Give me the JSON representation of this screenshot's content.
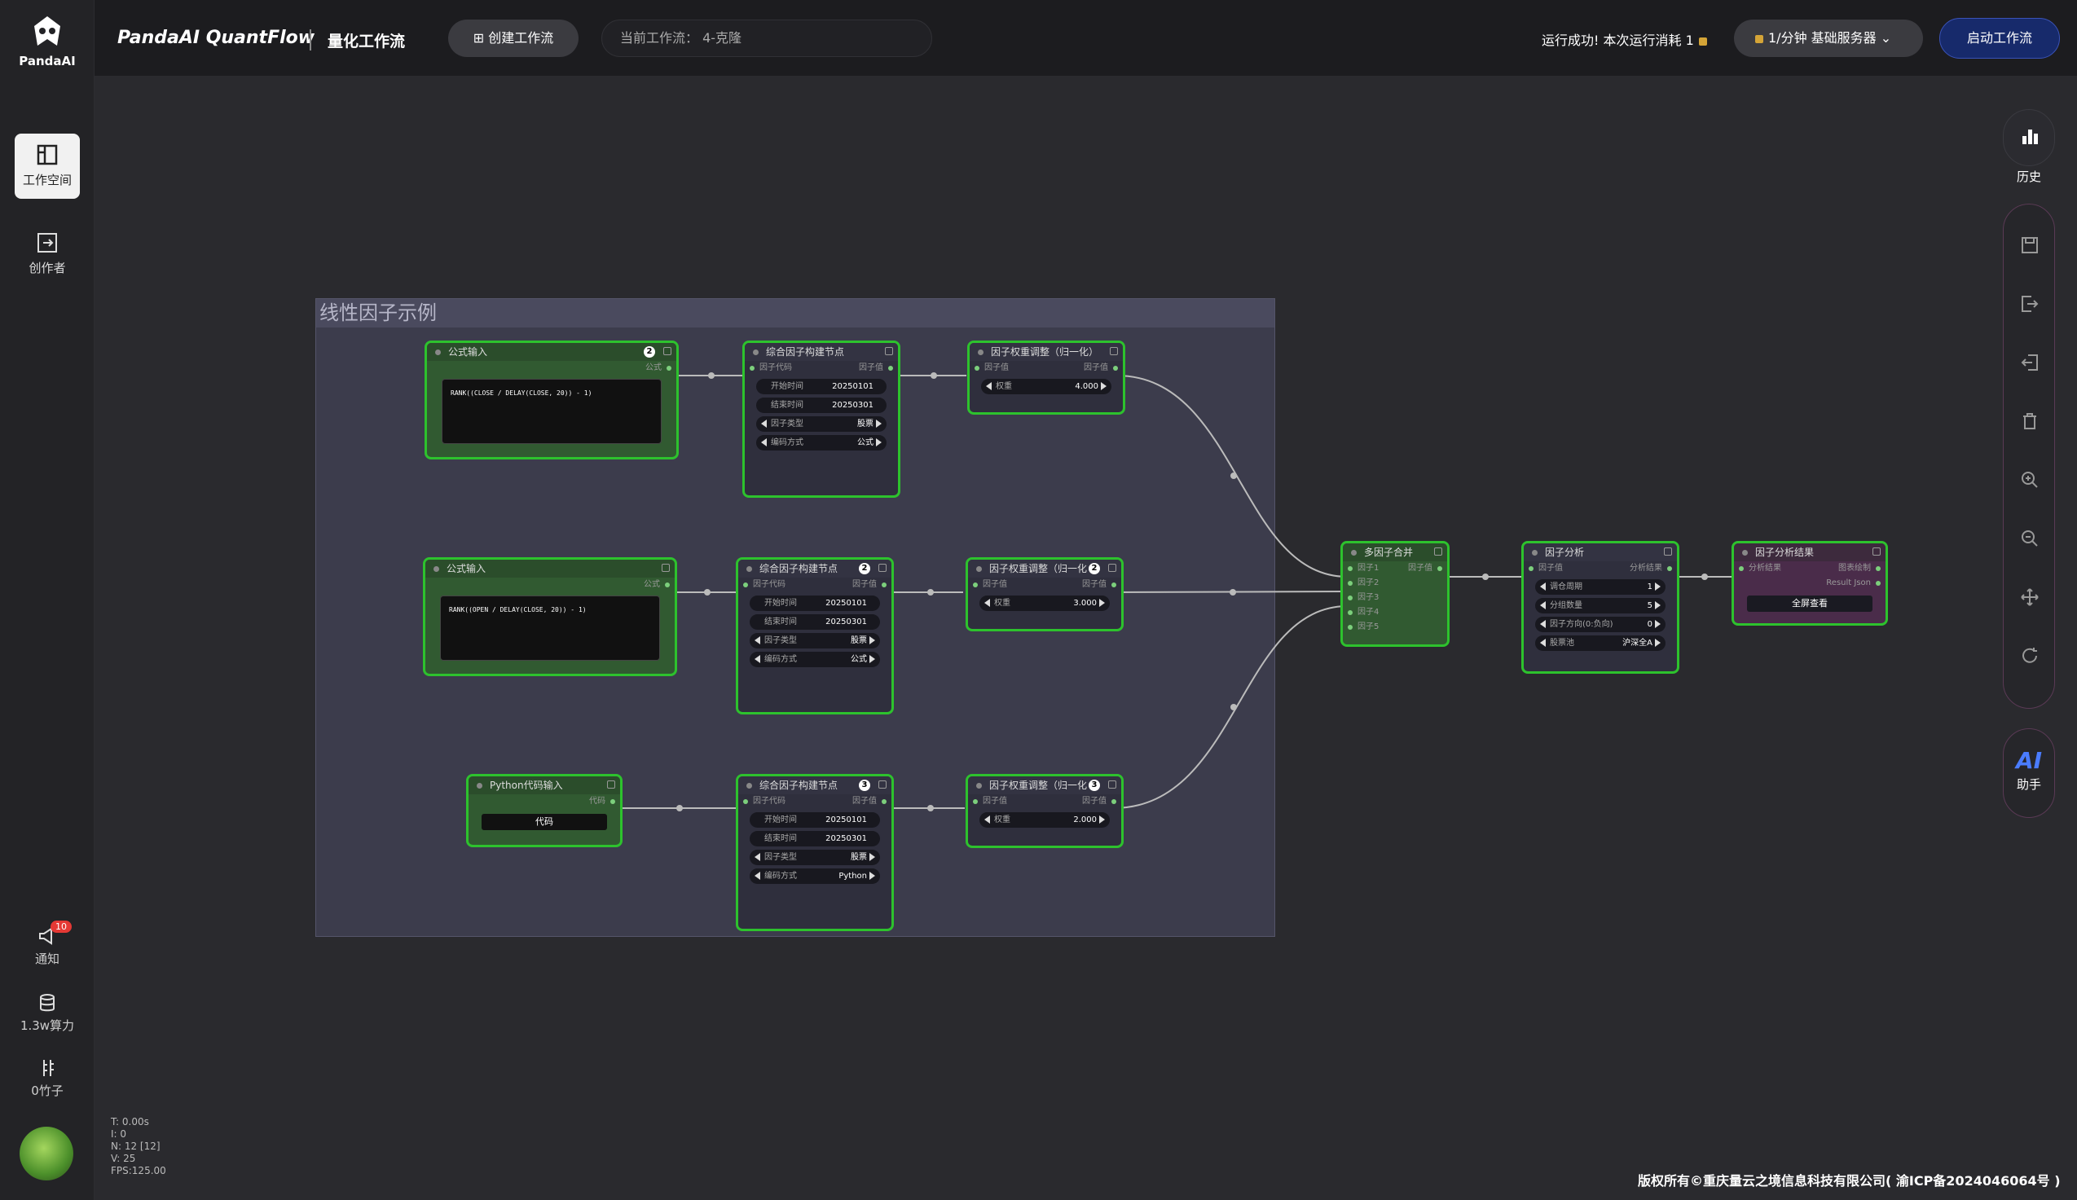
{
  "sidebar": {
    "logo_text": "PandaAI",
    "workspace": "工作空间",
    "creator": "创作者",
    "notify": "通知",
    "notify_count": "10",
    "compute": "1.3w算力",
    "bamboo": "0竹子"
  },
  "topbar": {
    "brand": "PandaAI QuantFlow",
    "subtitle": "量化工作流",
    "create_btn": "创建工作流",
    "current_flow": "当前工作流： 4-克隆",
    "status": "运行成功!  本次运行消耗 1",
    "server": "1/分钟   基础服务器",
    "run_btn": "启动工作流"
  },
  "right": {
    "history": "历史",
    "ai": "AI",
    "assistant": "助手"
  },
  "stats": {
    "t": "T: 0.00s",
    "i": "I: 0",
    "n": "N: 12 [12]",
    "v": "V: 25",
    "fps": "FPS:125.00"
  },
  "copyright": "版权所有©重庆量云之境信息科技有限公司( 渝ICP备2024046064号 )",
  "group": {
    "title": "线性因子示例"
  },
  "nodes": {
    "formula1": {
      "title": "公式输入",
      "num": "2",
      "port_out": "公式",
      "code": "RANK((CLOSE / DELAY(CLOSE, 20)) - 1)"
    },
    "formula2": {
      "title": "公式输入",
      "port_out": "公式",
      "code": "RANK((OPEN / DELAY(CLOSE, 20)) - 1)"
    },
    "python": {
      "title": "Python代码输入",
      "port_out": "代码",
      "btn": "代码"
    },
    "build1": {
      "title": "综合因子构建节点",
      "in": "因子代码",
      "out": "因子值",
      "start_k": "开始时间",
      "start_v": "20250101",
      "end_k": "结束时间",
      "end_v": "20250301",
      "type_k": "因子类型",
      "type_v": "股票",
      "enc_k": "编码方式",
      "enc_v": "公式"
    },
    "build2": {
      "title": "综合因子构建节点",
      "num": "2",
      "in": "因子代码",
      "out": "因子值",
      "start_k": "开始时间",
      "start_v": "20250101",
      "end_k": "结束时间",
      "end_v": "20250301",
      "type_k": "因子类型",
      "type_v": "股票",
      "enc_k": "编码方式",
      "enc_v": "公式"
    },
    "build3": {
      "title": "综合因子构建节点",
      "num": "3",
      "in": "因子代码",
      "out": "因子值",
      "start_k": "开始时间",
      "start_v": "20250101",
      "end_k": "结束时间",
      "end_v": "20250301",
      "type_k": "因子类型",
      "type_v": "股票",
      "enc_k": "编码方式",
      "enc_v": "Python"
    },
    "weight1": {
      "title": "因子权重调整（归一化）",
      "in": "因子值",
      "out": "因子值",
      "w_k": "权重",
      "w_v": "4.000"
    },
    "weight2": {
      "title": "因子权重调整（归一化",
      "num": "2",
      "in": "因子值",
      "out": "因子值",
      "w_k": "权重",
      "w_v": "3.000"
    },
    "weight3": {
      "title": "因子权重调整（归一化",
      "num": "3",
      "in": "因子值",
      "out": "因子值",
      "w_k": "权重",
      "w_v": "2.000"
    },
    "merge": {
      "title": "多因子合并",
      "in1": "因子1",
      "in2": "因子2",
      "in3": "因子3",
      "in4": "因子4",
      "in5": "因子5",
      "out": "因子值"
    },
    "analysis": {
      "title": "因子分析",
      "in": "因子值",
      "out": "分析结果",
      "p1_k": "调仓周期",
      "p1_v": "1",
      "p2_k": "分组数量",
      "p2_v": "5",
      "p3_k": "因子方向(0:负向)",
      "p3_v": "0",
      "p4_k": "股票池",
      "p4_v": "沪深全A"
    },
    "result": {
      "title": "因子分析结果",
      "in": "分析结果",
      "out1": "图表绘制",
      "out2": "Result Json",
      "btn": "全屏查看"
    }
  }
}
